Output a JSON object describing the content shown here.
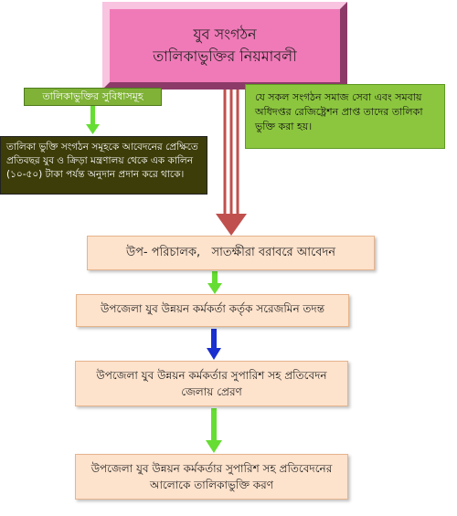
{
  "title": {
    "line1": "যুব সংগঠন",
    "line2": "তালিকাভুক্তির নিয়মাবলী"
  },
  "benefits": {
    "label": "তালিকাভুক্তির সুবিধাসমূহ",
    "text": "তালিকা ভুক্তি সংগঠন সমূহকে আবেদনের প্রেক্ষিতে প্রতিবছর যুব ও ক্রিড়া মন্ত্রণালয় থেকে এক কালিন (১০-৫০) টাকা পর্যন্ত অনুদান প্রদান করে থাকে।"
  },
  "eligibility": {
    "text": "যে সকল সংগঠন সমাজ সেবা এবং সমবায় অধিদপ্তর রেজিষ্ট্রেশন প্রাপ্ত তাদের তালিকা ভুক্তি করা হয়।"
  },
  "steps": [
    {
      "text": "উপ- পরিচালক,   সাতক্ষীরা বরাবরে আবেদন"
    },
    {
      "text": "উপজেলা যুব উন্নয়ন কর্মকর্তা কর্তৃক সরেজমিন তদন্ত"
    },
    {
      "line1": "উপজেলা যুব উন্নয়ন কর্মকর্তার সুপারিশ সহ প্রতিবেদন",
      "line2": "জেলায় প্রেরণ"
    },
    {
      "line1": "উপজেলা যুব উন্নয়ন কর্মকর্তার সুপারিশ সহ প্রতিবেদনের",
      "line2": "আলোকে তালিকাভুক্তি করণ"
    }
  ],
  "colors": {
    "title_fill": "#f07ab8",
    "main_arrow": "#c0504d",
    "green_arrow": "#66dd33",
    "blue_arrow": "#1a2fd0"
  }
}
